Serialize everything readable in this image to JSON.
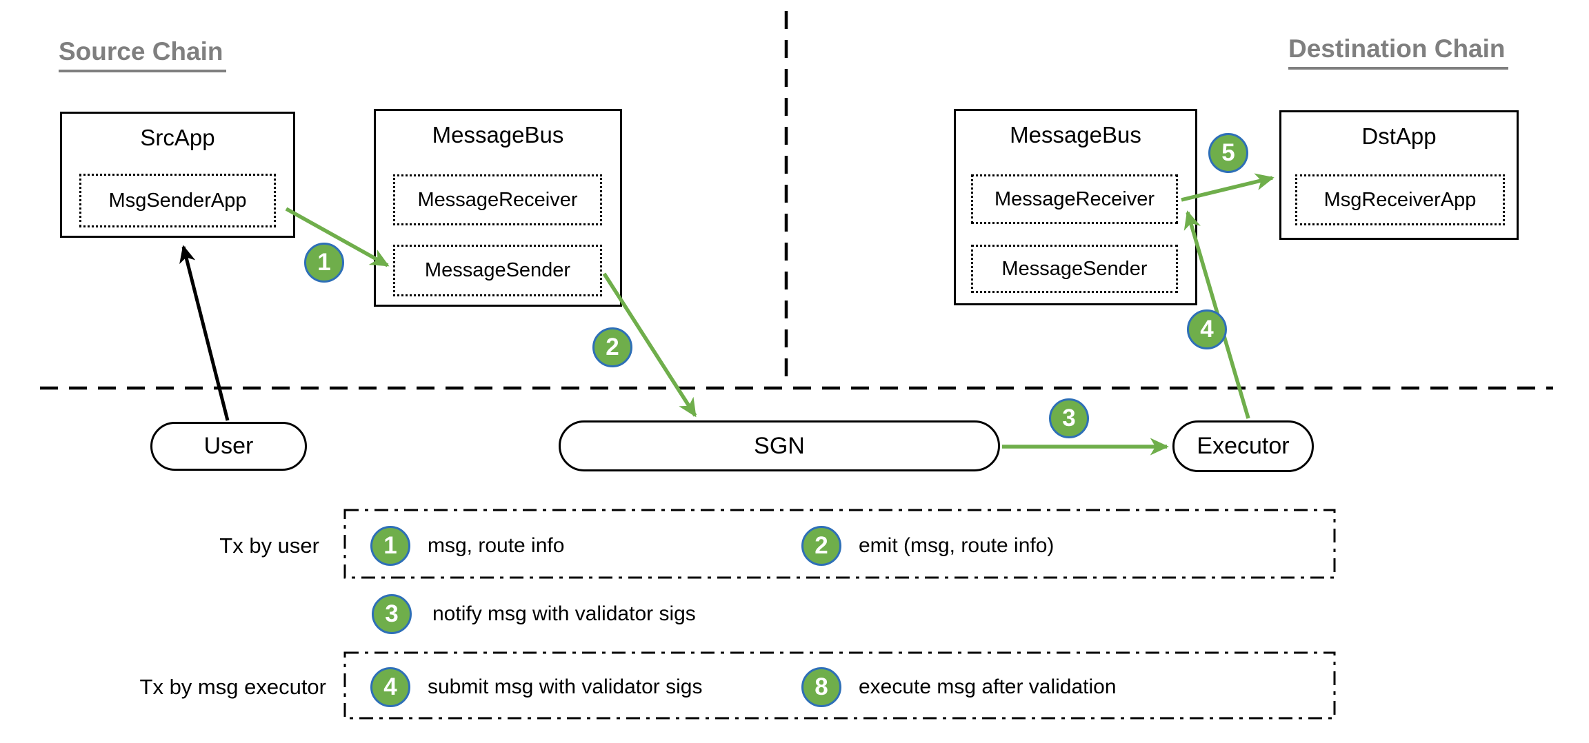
{
  "titles": {
    "source": "Source Chain",
    "destination": "Destination Chain"
  },
  "boxes": {
    "src_app": {
      "title": "SrcApp",
      "inner": "MsgSenderApp"
    },
    "bus_left": {
      "title": "MessageBus",
      "receiver": "MessageReceiver",
      "sender": "MessageSender"
    },
    "bus_right": {
      "title": "MessageBus",
      "receiver": "MessageReceiver",
      "sender": "MessageSender"
    },
    "dst_app": {
      "title": "DstApp",
      "inner": "MsgReceiverApp"
    }
  },
  "nodes": {
    "user": "User",
    "sgn": "SGN",
    "executor": "Executor"
  },
  "badges": {
    "b1": "1",
    "b2": "2",
    "b3": "3",
    "b4": "4",
    "b5": "5"
  },
  "legend": {
    "group1_label": "Tx by user",
    "group2_label": "Tx by msg executor",
    "items": {
      "i1": {
        "num": "1",
        "text": "msg, route info"
      },
      "i2": {
        "num": "2",
        "text": "emit (msg, route info)"
      },
      "i3": {
        "num": "3",
        "text": "notify msg with validator sigs"
      },
      "i4": {
        "num": "4",
        "text": "submit msg with validator sigs"
      },
      "i8": {
        "num": "8",
        "text": "execute msg after validation"
      }
    }
  },
  "colors": {
    "arrow_green": "#6fae4b",
    "badge_fill": "#6fae4b",
    "badge_border": "#2e6fb7",
    "title_gray": "#7f7f7f",
    "line_black": "#000000"
  }
}
